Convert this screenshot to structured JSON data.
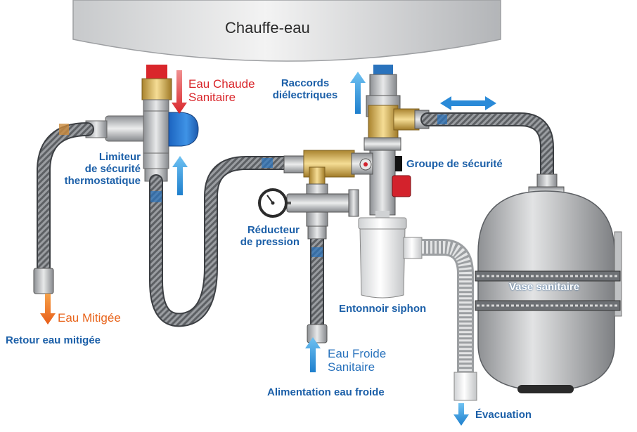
{
  "labels": {
    "chauffe_eau": "Chauffe-eau",
    "eau_chaude_1": "Eau Chaude",
    "eau_chaude_2": "Sanitaire",
    "raccords_1": "Raccords",
    "raccords_2": "diélectriques",
    "limiteur_1": "Limiteur",
    "limiteur_2": "de sécurité",
    "limiteur_3": "thermostatique",
    "groupe_securite": "Groupe de sécurité",
    "reducteur_1": "Réducteur",
    "reducteur_2": "de pression",
    "vase_sanitaire": "Vase sanitaire",
    "entonnoir_siphon": "Entonnoir siphon",
    "eau_mitigee": "Eau Mitigée",
    "retour_eau_mitigee": "Retour eau mitigée",
    "eau_froide_1": "Eau Froide",
    "eau_froide_2": "Sanitaire",
    "alimentation_eau_froide": "Alimentation eau froide",
    "evacuation": "Évacuation"
  },
  "colors": {
    "hot_water": "#d9262b",
    "cold_water": "#2a73bd",
    "mixed_water": "#e8641b",
    "label_blue": "#1b5fa8",
    "brass": "#d9b45a",
    "steel": "#b9bcc0",
    "safety_red": "#d3222c"
  },
  "icons": [
    "pressure-gauge-icon",
    "arrow-up-icon",
    "arrow-down-icon",
    "double-arrow-icon"
  ]
}
